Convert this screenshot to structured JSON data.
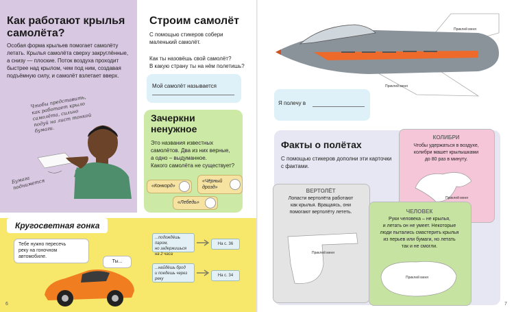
{
  "left_page": {
    "wings_title": "Как работают крылья самолёта?",
    "wings_text_1": "Особая форма крыльев помогает самолёту",
    "wings_text_2": "летать. Крылья самолёта сверху закруглённые,",
    "wings_text_3": "а снизу — плоские. Поток воздуха проходит",
    "wings_text_4": "быстрее над крылом, чем под ним, создавая",
    "wings_text_5": "подъёмную силу, и самолёт взлетает вверх.",
    "hand_note_1": "Чтобы представить,",
    "hand_note_2": "как работает крыло",
    "hand_note_3": "самолёта, сильно",
    "hand_note_4": "подуй на лист тонкой",
    "hand_note_5": "бумаги.",
    "hand_note_6": "Бумага",
    "hand_note_7": "поднимется",
    "build_title": "Строим самолёт",
    "build_text_1": "С помощью стикеров собери",
    "build_text_2": "маленький самолёт.",
    "build_q1": "Как ты назовёшь свой самолёт?",
    "build_q2": "В какую страну ты на нём полетишь?",
    "name_field_label": "Мой самолёт называется",
    "cross_title_1": "Зачеркни",
    "cross_title_2": "ненужное",
    "cross_text_1": "Это названия известных",
    "cross_text_2": "самолётов. Два из них верные,",
    "cross_text_3": "а одно – выдуманное.",
    "cross_text_4": "Какого самолёта не существует?",
    "plane_names": [
      "«Конкорд»",
      "«Чёрный дрозд»",
      "«Лебедь»"
    ],
    "race_title": "Кругосветная гонка",
    "race_text_1": "Тебе нужно пересечь",
    "race_text_2": "реку на гоночном",
    "race_text_3": "автомобиле.",
    "race_bubble": "Ты...",
    "race_opt1_1": "...подождёшь паром,",
    "race_opt1_2": "но задержишься",
    "race_opt1_3": "на 2 часа",
    "race_opt1_goto": "На с. 36",
    "race_opt2_1": "...найдёшь брод",
    "race_opt2_2": "и поедешь через",
    "race_opt2_3": "реку",
    "race_opt2_goto": "На с. 34",
    "page_number": "6"
  },
  "right_page": {
    "sticker_label": "Приклей меня",
    "fly_field_label": "Я полечу в",
    "facts_title": "Факты о полётах",
    "facts_text_1": "С помощью стикеров дополни эти карточки",
    "facts_text_2": "с фактами.",
    "card_hummingbird": {
      "title": "КОЛИБРИ",
      "text_1": "Чтобы удержаться в воздухе,",
      "text_2": "колибри машет крылышками",
      "text_3": "до 80 раз в минуту."
    },
    "card_helicopter": {
      "title": "ВЕРТОЛЁТ",
      "text_1": "Лопасти вертолёта работают",
      "text_2": "как крылья. Вращаясь, они",
      "text_3": "помогают вертолёту лететь."
    },
    "card_human": {
      "title": "ЧЕЛОВЕК",
      "text_1": "Руки человека – не крылья,",
      "text_2": "и летать он не умеет. Некоторые",
      "text_3": "люди пытались смастерить крылья",
      "text_4": "из перьев или бумаги, но летать",
      "text_5": "так и не смогли."
    },
    "page_number": "7"
  },
  "colors": {
    "purple": "#d9c8e2",
    "blue_field": "#dff1f8",
    "green": "#cde9a6",
    "yellow": "#f7e76a",
    "pink_card": "#f5c6d7",
    "green_card": "#c6e3a2",
    "grey_card": "#e4e4e4",
    "facts_bg": "#e7e7f3"
  }
}
